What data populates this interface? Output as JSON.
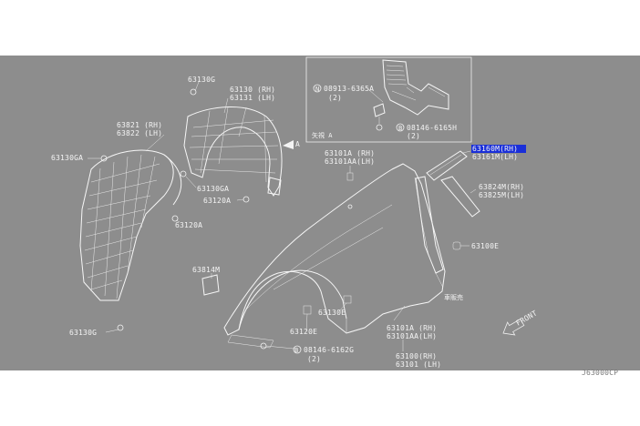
{
  "diagram": {
    "colors": {
      "panel": "#8d8d8d",
      "line": "#f4f4f4",
      "highlight": "#1a2fd8",
      "page": "#ffffff"
    },
    "footer_code": "J63000CP",
    "direction": {
      "arrow_label": "A",
      "front_label": "FRONT",
      "front_arrow_icon": "arrow-down-left-icon"
    },
    "inset": {
      "view_label": "矢視 A",
      "bolt_label": "08913-6365A",
      "bolt_qty": "(2)",
      "bolt_prefix": "N",
      "screw_label": "08146-6165H",
      "screw_qty": "(2)",
      "screw_prefix": "B"
    },
    "labels": {
      "p63130G_top": "63130G",
      "p63130": "63130 (RH)",
      "p63131": "63131 (LH)",
      "p63821": "63821 (RH)",
      "p63822": "63822 (LH)",
      "p63130GA_left": "63130GA",
      "p63130GA_mid": "63130GA",
      "p63120A_mid": "63120A",
      "p63120A_low": "63120A",
      "p63101A": "63101A  (RH)",
      "p63101AA": "63101AA(LH)",
      "p63160M": "63160M(RH)",
      "p63161M": "63161M(LH)",
      "p63824M": "63824M(RH)",
      "p63825M": "63825M(LH)",
      "p63100E_right": "63100E",
      "kanji_note": "車販売",
      "p63814M": "63814M",
      "p63130E": "63130E",
      "p63120E": "63120E",
      "bolt_bottom": "08146-6162G",
      "bolt_bottom_qty": "(2)",
      "bolt_bottom_prefix": "B",
      "p63101A_low": "63101A  (RH)",
      "p63101AA_low": "63101AA(LH)",
      "p63100": "63100(RH)",
      "p63101": "63101 (LH)",
      "p63130G_bottom": "63130G"
    }
  }
}
